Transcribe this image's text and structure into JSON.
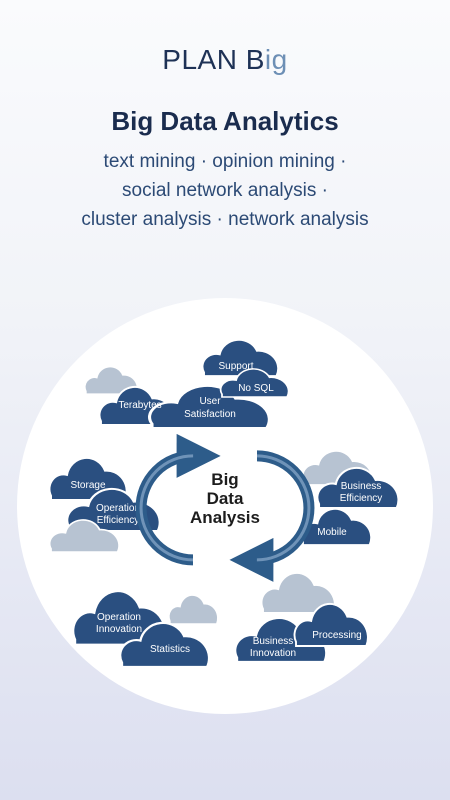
{
  "header": {
    "logo_main": "PLAN B",
    "logo_accent": "ig",
    "title": "Big Data Analytics",
    "subtitle_lines": [
      "text mining · opinion mining ·",
      "social network analysis ·",
      "cluster analysis · network analysis"
    ]
  },
  "diagram": {
    "center": [
      "Big",
      "Data",
      "Analysis"
    ],
    "labels": {
      "support": "Support",
      "nosql": "No SQL",
      "terabytes": "Terabytes",
      "user_satisfaction": [
        "User",
        "Satisfaction"
      ],
      "storage": "Storage",
      "operation_efficiency": [
        "Operation",
        "Efficiency"
      ],
      "business_efficiency": [
        "Business",
        "Efficiency"
      ],
      "mobile": "Mobile",
      "operation_innovation": [
        "Operation",
        "Innovation"
      ],
      "statistics": "Statistics",
      "processing": "Processing",
      "business_innovation": [
        "Business",
        "Innovation"
      ]
    },
    "colors": {
      "cloud_dark": "#2a4f80",
      "cloud_light": "#b7c3d2",
      "ring": "#2d5c8a"
    }
  }
}
